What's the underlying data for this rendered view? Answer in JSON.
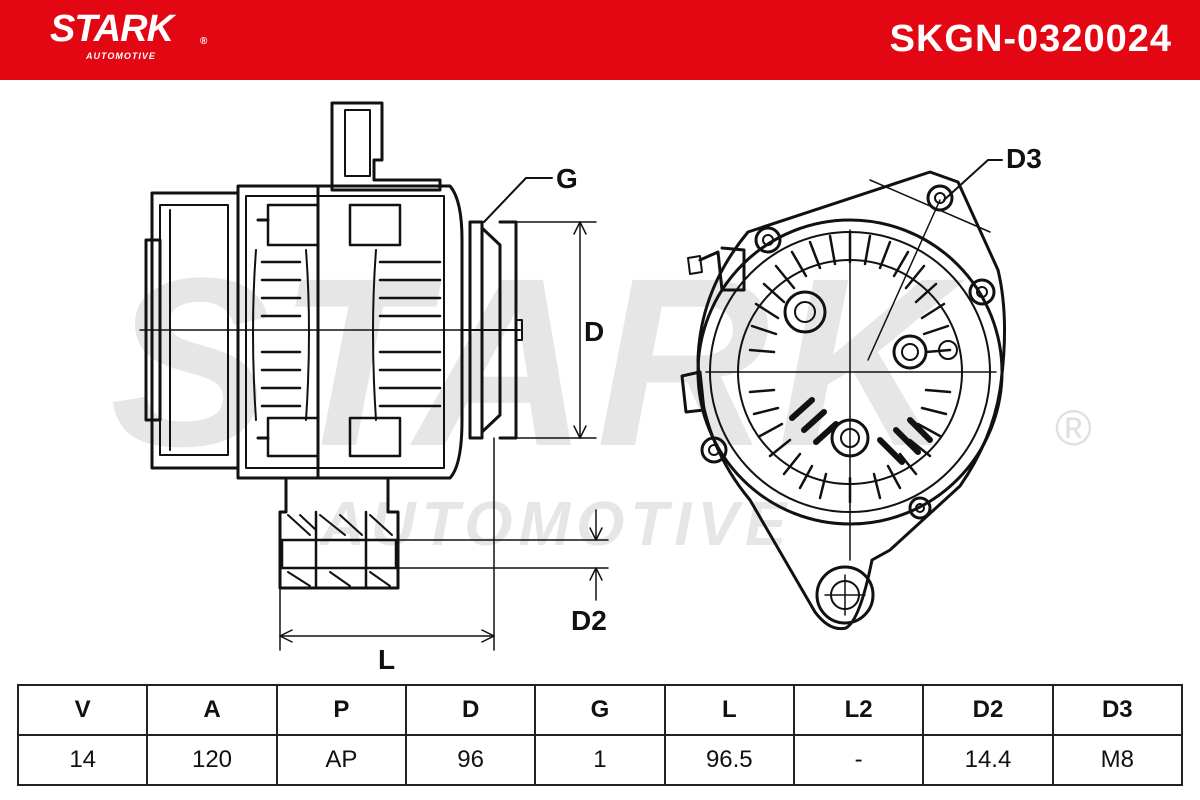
{
  "header": {
    "logo_text": "STARK",
    "logo_reg": "®",
    "logo_subtext": "AUTOMOTIVE",
    "part_number": "SKGN-0320024",
    "brand_color": "#e30613"
  },
  "watermark": {
    "text_main": "STARK",
    "text_sub": "AUTOMOTIVE",
    "reg": "®"
  },
  "drawing": {
    "labels": {
      "g": "G",
      "d": "D",
      "d2": "D2",
      "l": "L",
      "d3": "D3"
    }
  },
  "specs": {
    "headers": [
      "V",
      "A",
      "P",
      "D",
      "G",
      "L",
      "L2",
      "D2",
      "D3"
    ],
    "values": [
      "14",
      "120",
      "AP",
      "96",
      "1",
      "96.5",
      "-",
      "14.4",
      "M8"
    ]
  }
}
